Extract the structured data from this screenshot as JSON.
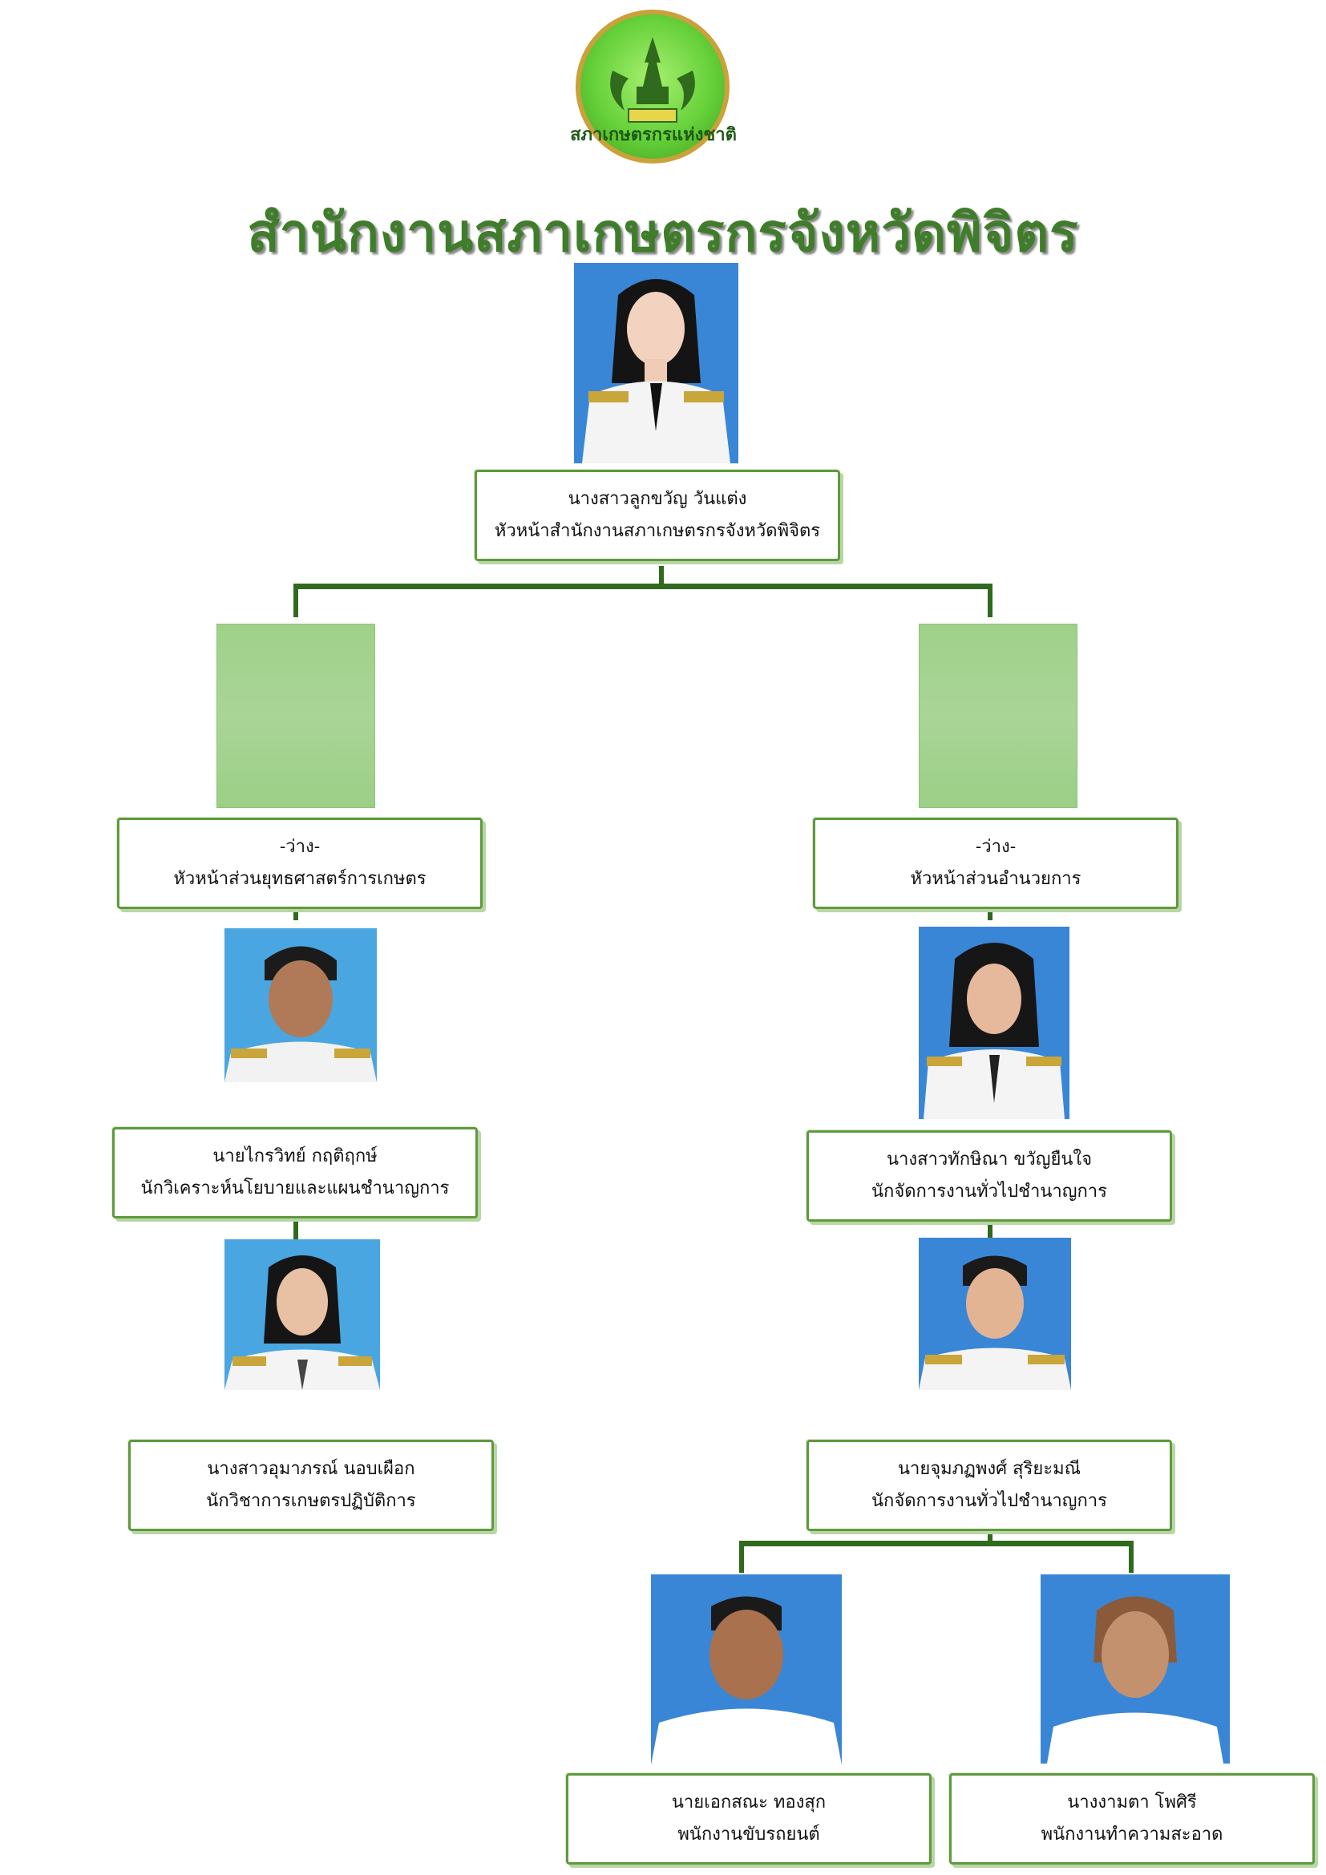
{
  "header": {
    "title": "สำนักงานสภาเกษตรกรจังหวัดพิจิตร",
    "logo_caption": "สภาเกษตรกรแห่งชาติ"
  },
  "colors": {
    "title_green": "#3f7d2a",
    "connector": "#2f6a1d",
    "box_border": "#5f9a3d",
    "placeholder": "#a6d394",
    "photo_blue": "#3a86d6"
  },
  "nodes": {
    "head": {
      "name": "นางสาวลูกขวัญ  วันแต่ง",
      "position": "หัวหน้าสำนักงานสภาเกษตรกรจังหวัดพิจิตร"
    },
    "left_section": {
      "name": "-ว่าง-",
      "position": "หัวหน้าส่วนยุทธศาสตร์การเกษตร"
    },
    "right_section": {
      "name": "-ว่าง-",
      "position": "หัวหน้าส่วนอำนวยการ"
    },
    "left_1": {
      "name": "นายไกรวิทย์ กฤติฤกษ์",
      "position": "นักวิเคราะห์นโยบายและแผนชำนาญการ"
    },
    "right_1": {
      "name": "นางสาวทักษิณา ขวัญยืนใจ",
      "position": "นักจัดการงานทั่วไปชำนาญการ"
    },
    "left_2": {
      "name": "นางสาวอุมาภรณ์ นอบเผือก",
      "position": "นักวิชาการเกษตรปฏิบัติการ"
    },
    "right_2": {
      "name": "นายจุมภฏพงศ์ สุริยะมณี",
      "position": "นักจัดการงานทั่วไปชำนาญการ"
    },
    "bottom_left": {
      "name": "นายเอกสณะ ทองสุก",
      "position": "พนักงานขับรถยนต์"
    },
    "bottom_right": {
      "name": "นางงามตา โพศิรี",
      "position": "พนักงานทำความสะอาด"
    }
  }
}
